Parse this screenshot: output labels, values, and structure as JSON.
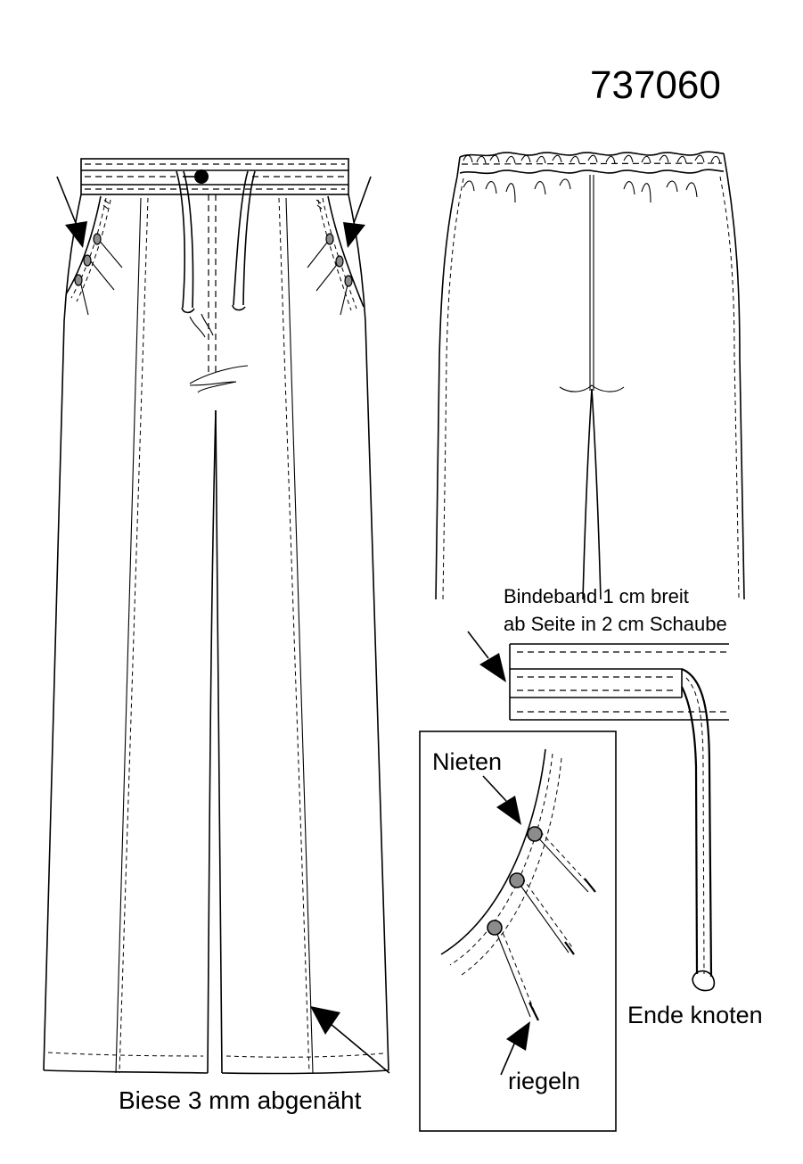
{
  "style_number": "737060",
  "labels": {
    "drawstring_line1": "Bindeband 1 cm breit",
    "drawstring_line2": "ab Seite in 2 cm Schaube",
    "rivets": "Nieten",
    "bartack": "riegeln",
    "tie_end": "Ende knoten",
    "pintuck": "Biese 3 mm abgenäht"
  },
  "colors": {
    "line": "#000000",
    "rivet_fill": "#8c8c8c",
    "background": "#ffffff"
  }
}
